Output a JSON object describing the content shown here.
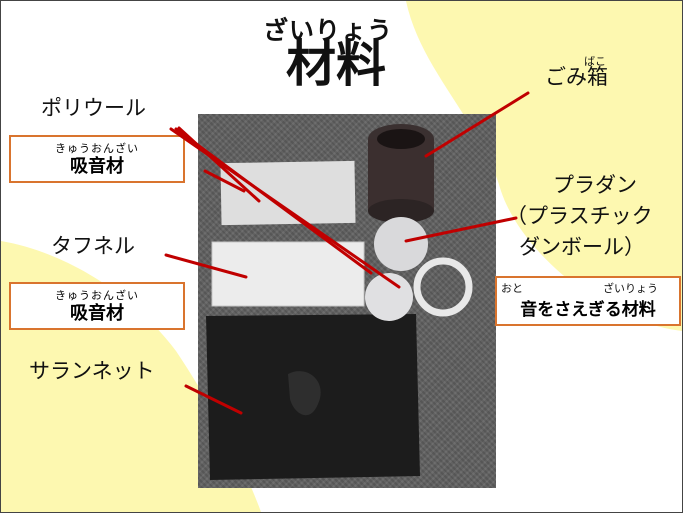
{
  "title": {
    "ruby": "ざいりょう",
    "text": "材料"
  },
  "labels": {
    "polywool": "ポリウール",
    "taffnel": "タフネル",
    "saran_net": "サランネット",
    "trash_can": {
      "ruby": "ばこ",
      "text": "ごみ箱"
    },
    "puradan": [
      "プラダン",
      "（プラスチック",
      "ダンボール）"
    ]
  },
  "boxes": {
    "absorber_1": {
      "ruby": "きゅうおんざい",
      "text": "吸音材"
    },
    "absorber_2": {
      "ruby": "きゅうおんざい",
      "text": "吸音材"
    },
    "blocker": {
      "ruby_1": "おと",
      "ruby_2": "ざいりょう",
      "text": "音をさえぎる材料"
    }
  },
  "colors": {
    "accent_yellow": "#fdf8b0",
    "box_border": "#d9742e",
    "arrow": "#c00000"
  }
}
